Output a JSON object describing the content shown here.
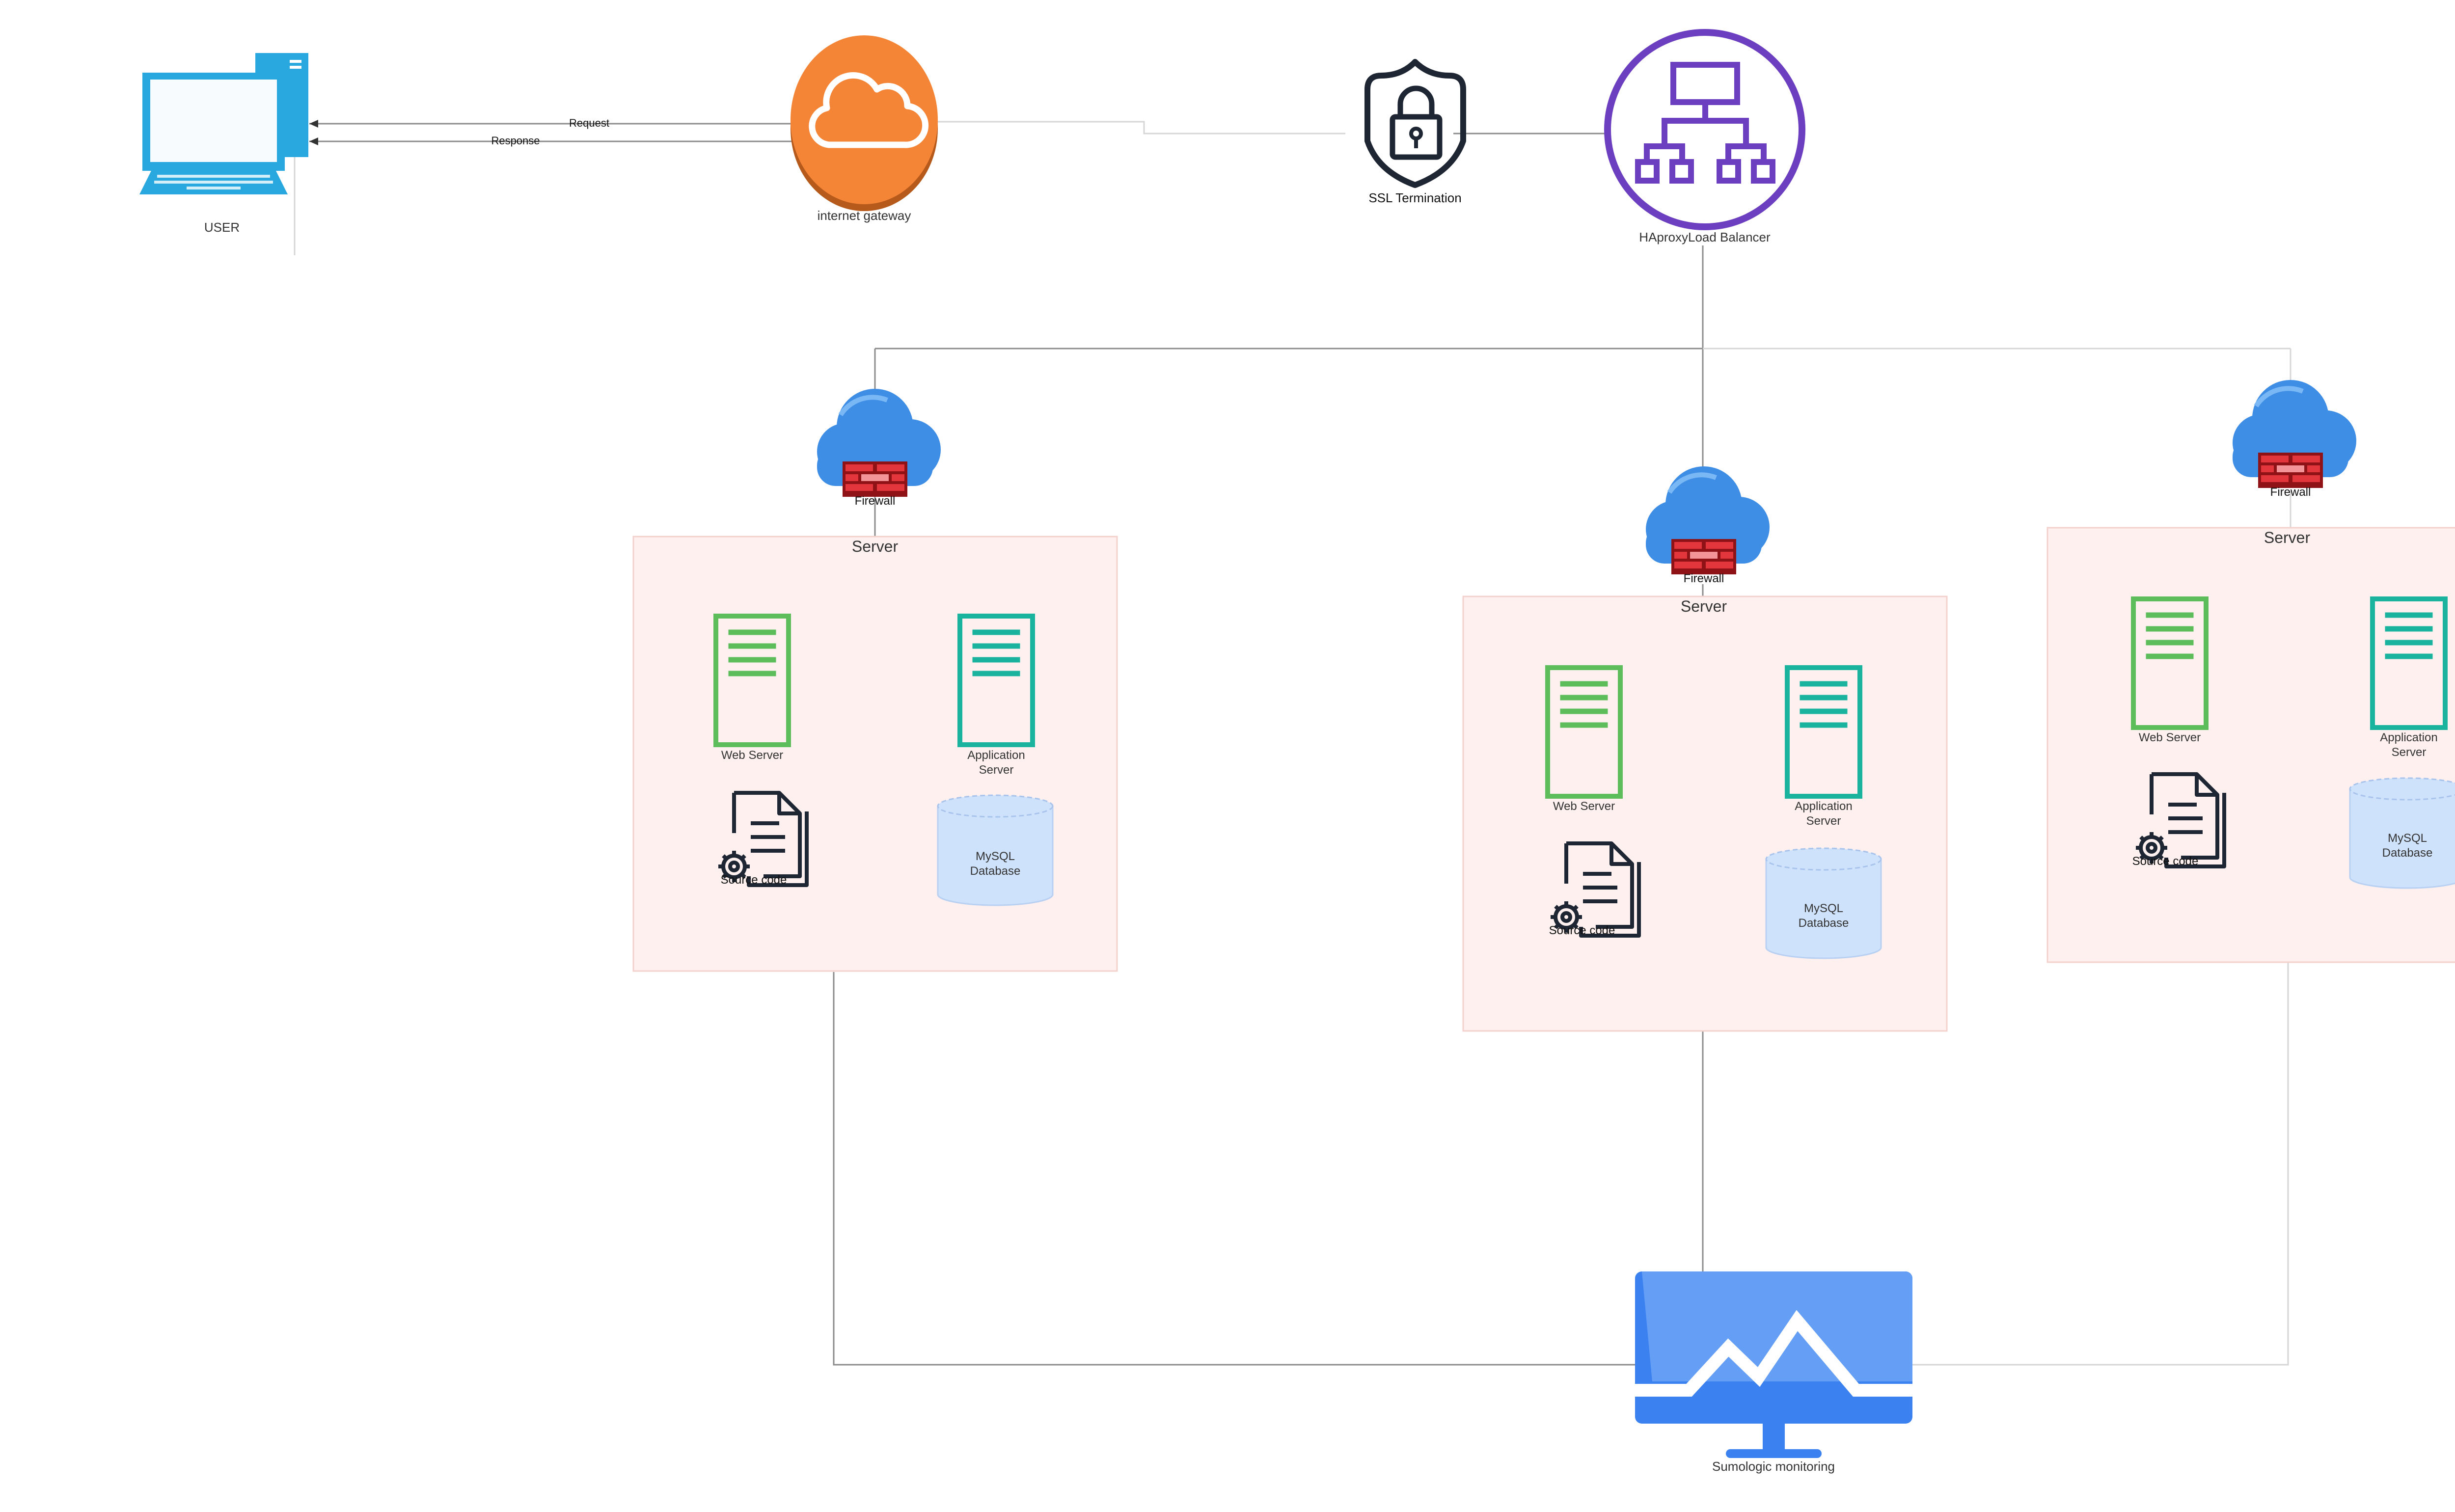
{
  "nodes": {
    "user": "USER",
    "gateway": "internet gateway",
    "ssl": "SSL Termination",
    "lb": "HAproxyLoad Balancer",
    "monitor": "Sumologic monitoring"
  },
  "edges": {
    "request": "Request",
    "response": "Response"
  },
  "clusters": [
    {
      "title": "Server",
      "firewall": "Firewall",
      "web": "Web Server",
      "app_l1": "Application",
      "app_l2": "Server",
      "source": "Source code",
      "db_l1": "MySQL",
      "db_l2": "Database"
    },
    {
      "title": "Server",
      "firewall": "Firewall",
      "web": "Web Server",
      "app_l1": "Application",
      "app_l2": "Server",
      "source": "Source code",
      "db_l1": "MySQL",
      "db_l2": "Database"
    },
    {
      "title": "Server",
      "firewall": "Firewall",
      "web": "Web Server",
      "app_l1": "Application",
      "app_l2": "Server",
      "source": "Source code",
      "db_l1": "MySQL",
      "db_l2": "Database"
    }
  ],
  "colors": {
    "user_blue": "#29a8e0",
    "gateway_orange": "#f58536",
    "lb_purple": "#6b3fbf",
    "cloud_blue": "#3d8fe8",
    "firewall_red": "#d9262c",
    "web_green": "#5cbd5a",
    "app_teal": "#1ab39e",
    "db_fill": "#cfe2fb",
    "server_bg": "#fdf0ee",
    "monitor_blue": "#3b82f0"
  }
}
